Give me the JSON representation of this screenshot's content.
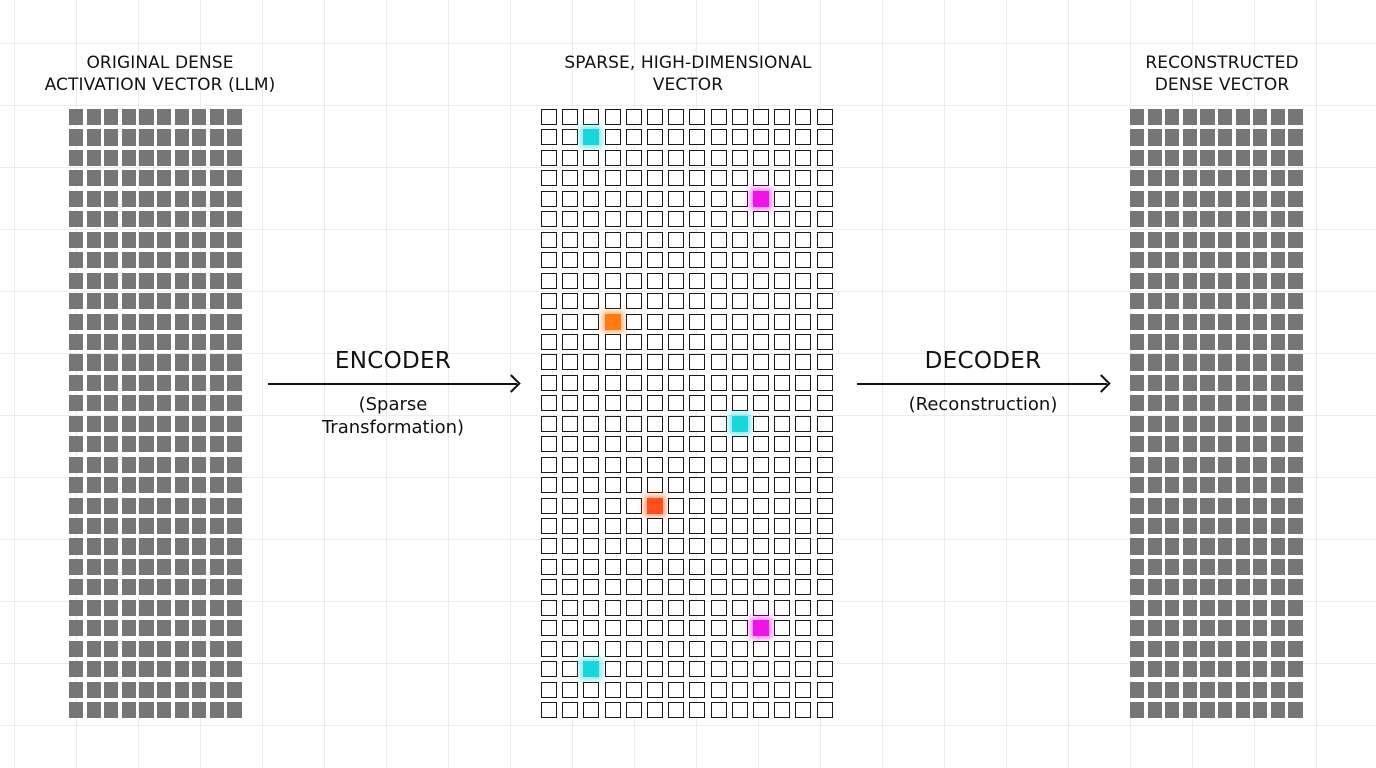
{
  "left": {
    "title": "ORIGINAL DENSE\nACTIVATION VECTOR (LLM)"
  },
  "middle": {
    "title": "SPARSE, HIGH-DIMENSIONAL\nVECTOR"
  },
  "right": {
    "title": "RECONSTRUCTED\nDENSE VECTOR"
  },
  "encoder": {
    "label": "ENCODER",
    "sublabel": "(Sparse\nTransformation)"
  },
  "decoder": {
    "label": "DECODER",
    "sublabel": "(Reconstruction)"
  },
  "dense_grid": {
    "rows": 30,
    "cols": 10,
    "color": "#767676"
  },
  "sparse_grid": {
    "rows": 30,
    "cols": 14,
    "active": [
      {
        "row": 1,
        "col": 2,
        "color": "#19d6dc"
      },
      {
        "row": 4,
        "col": 10,
        "color": "#f012e8"
      },
      {
        "row": 10,
        "col": 3,
        "color": "#ff7a12"
      },
      {
        "row": 15,
        "col": 9,
        "color": "#19d6dc"
      },
      {
        "row": 19,
        "col": 5,
        "color": "#ff4f1a"
      },
      {
        "row": 25,
        "col": 10,
        "color": "#f012e8"
      },
      {
        "row": 27,
        "col": 2,
        "color": "#19d6dc"
      }
    ]
  }
}
